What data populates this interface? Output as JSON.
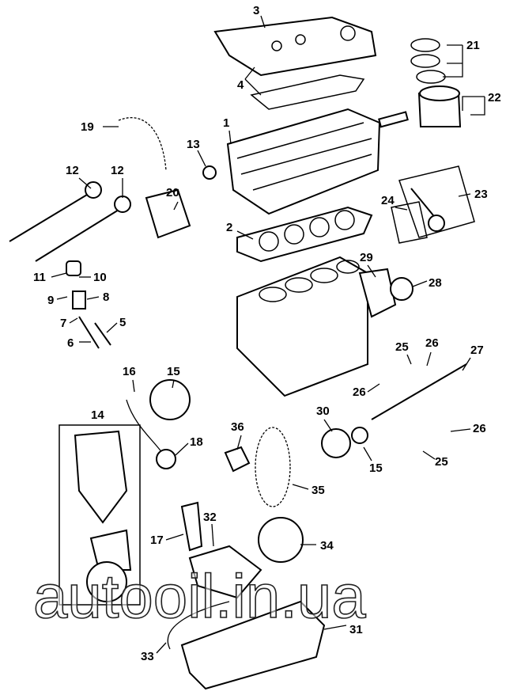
{
  "diagram": {
    "title": "Engine components exploded view",
    "watermark": "autooil.in.ua",
    "callouts": [
      {
        "id": "c3",
        "label": "3"
      },
      {
        "id": "c21",
        "label": "21"
      },
      {
        "id": "c22",
        "label": "22"
      },
      {
        "id": "c4",
        "label": "4"
      },
      {
        "id": "c1",
        "label": "1"
      },
      {
        "id": "c19",
        "label": "19"
      },
      {
        "id": "c13",
        "label": "13"
      },
      {
        "id": "c12a",
        "label": "12"
      },
      {
        "id": "c12b",
        "label": "12"
      },
      {
        "id": "c20",
        "label": "20"
      },
      {
        "id": "c24",
        "label": "24"
      },
      {
        "id": "c23",
        "label": "23"
      },
      {
        "id": "c2",
        "label": "2"
      },
      {
        "id": "c29",
        "label": "29"
      },
      {
        "id": "c28",
        "label": "28"
      },
      {
        "id": "c11",
        "label": "11"
      },
      {
        "id": "c10",
        "label": "10"
      },
      {
        "id": "c9",
        "label": "9"
      },
      {
        "id": "c8",
        "label": "8"
      },
      {
        "id": "c7",
        "label": "7"
      },
      {
        "id": "c5",
        "label": "5"
      },
      {
        "id": "c6",
        "label": "6"
      },
      {
        "id": "c25a",
        "label": "25"
      },
      {
        "id": "c26a",
        "label": "26"
      },
      {
        "id": "c27",
        "label": "27"
      },
      {
        "id": "c16",
        "label": "16"
      },
      {
        "id": "c15a",
        "label": "15"
      },
      {
        "id": "c26b",
        "label": "26"
      },
      {
        "id": "c14",
        "label": "14"
      },
      {
        "id": "c30",
        "label": "30"
      },
      {
        "id": "c36",
        "label": "36"
      },
      {
        "id": "c18",
        "label": "18"
      },
      {
        "id": "c26c",
        "label": "26"
      },
      {
        "id": "c15b",
        "label": "15"
      },
      {
        "id": "c25b",
        "label": "25"
      },
      {
        "id": "c35",
        "label": "35"
      },
      {
        "id": "c32",
        "label": "32"
      },
      {
        "id": "c17",
        "label": "17"
      },
      {
        "id": "c34",
        "label": "34"
      },
      {
        "id": "c31",
        "label": "31"
      },
      {
        "id": "c33",
        "label": "33"
      }
    ]
  }
}
